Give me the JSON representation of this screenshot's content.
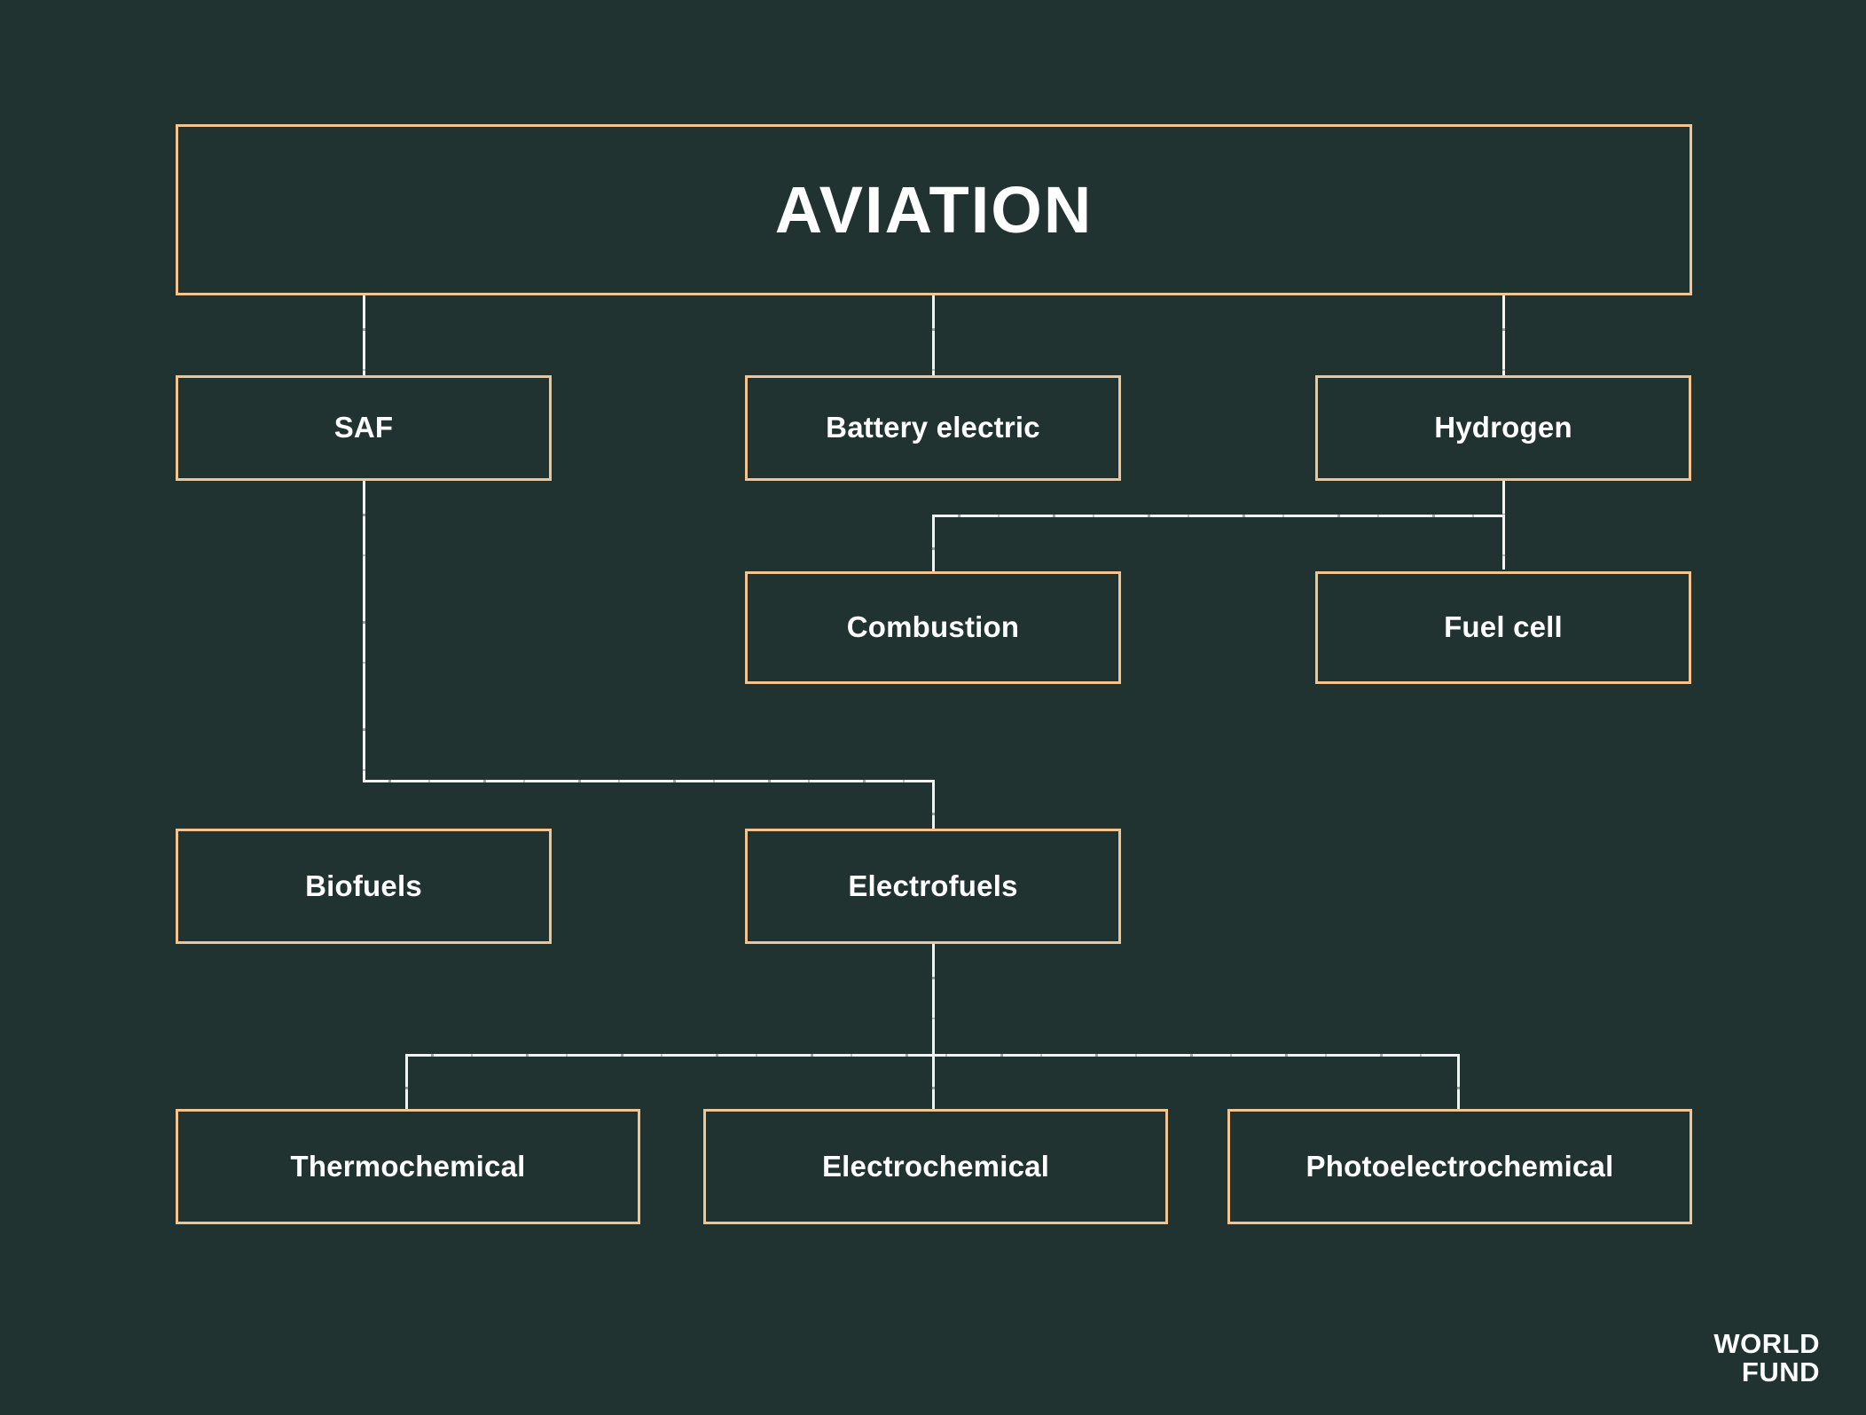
{
  "theme": {
    "background": "#213330",
    "box_border": "#F3C48F",
    "connector": "#F2F4F1",
    "text": "#FFFFFF"
  },
  "diagram": {
    "type": "tree",
    "title": "AVIATION",
    "root": {
      "id": "aviation",
      "label": "AVIATION"
    },
    "nodes": [
      {
        "id": "aviation",
        "label": "AVIATION",
        "level": 0
      },
      {
        "id": "saf",
        "label": "SAF",
        "level": 1
      },
      {
        "id": "battery-electric",
        "label": "Battery electric",
        "level": 1
      },
      {
        "id": "hydrogen",
        "label": "Hydrogen",
        "level": 1
      },
      {
        "id": "combustion",
        "label": "Combustion",
        "level": 2
      },
      {
        "id": "fuel-cell",
        "label": "Fuel cell",
        "level": 2
      },
      {
        "id": "biofuels",
        "label": "Biofuels",
        "level": 2
      },
      {
        "id": "electrofuels",
        "label": "Electrofuels",
        "level": 2
      },
      {
        "id": "thermochemical",
        "label": "Thermochemical",
        "level": 3
      },
      {
        "id": "electrochemical",
        "label": "Electrochemical",
        "level": 3
      },
      {
        "id": "photoelectrochemical",
        "label": "Photoelectrochemical",
        "level": 3
      }
    ],
    "edges": [
      {
        "from": "aviation",
        "to": "saf"
      },
      {
        "from": "aviation",
        "to": "battery-electric"
      },
      {
        "from": "aviation",
        "to": "hydrogen"
      },
      {
        "from": "hydrogen",
        "to": "combustion"
      },
      {
        "from": "hydrogen",
        "to": "fuel-cell"
      },
      {
        "from": "saf",
        "to": "biofuels"
      },
      {
        "from": "saf",
        "to": "electrofuels"
      },
      {
        "from": "electrofuels",
        "to": "thermochemical"
      },
      {
        "from": "electrofuels",
        "to": "electrochemical"
      },
      {
        "from": "electrofuels",
        "to": "photoelectrochemical"
      }
    ]
  },
  "labels": {
    "aviation": "AVIATION",
    "saf": "SAF",
    "battery_electric": "Battery electric",
    "hydrogen": "Hydrogen",
    "combustion": "Combustion",
    "fuel_cell": "Fuel cell",
    "biofuels": "Biofuels",
    "electrofuels": "Electrofuels",
    "thermochemical": "Thermochemical",
    "electrochemical": "Electrochemical",
    "photoelectrochemical": "Photoelectrochemical"
  },
  "logo": {
    "line1": "WORLD",
    "line2": "FUND"
  }
}
